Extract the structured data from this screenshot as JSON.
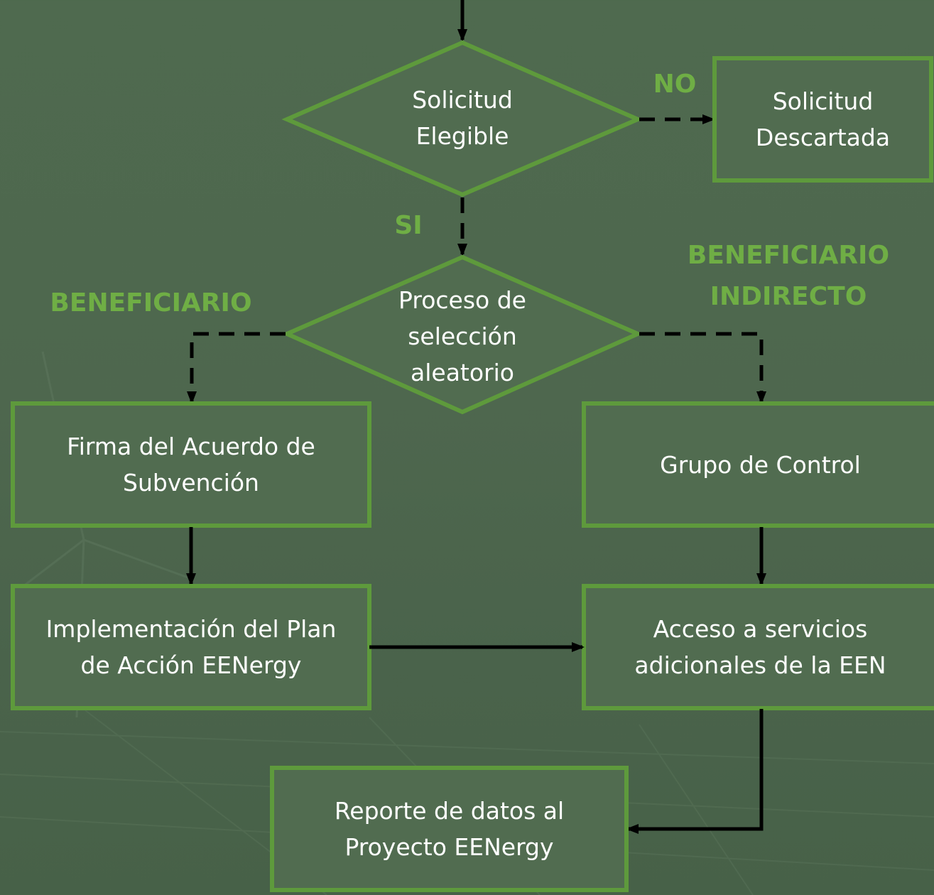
{
  "colors": {
    "node_border": "#5e9a3c",
    "label_green": "#6fae45",
    "arrow": "#000000",
    "text": "#ffffff"
  },
  "nodes": {
    "solicitud_elegible": "Solicitud\nElegible",
    "solicitud_descartada": "Solicitud\nDescartada",
    "proceso_seleccion": "Proceso de\nselección\naleatorio",
    "firma_acuerdo": "Firma del Acuerdo de\nSubvención",
    "grupo_control": "Grupo de Control",
    "implementacion_plan": "Implementación del Plan\nde Acción EENergy",
    "acceso_servicios": "Acceso a servicios\nadicionales de la EEN",
    "reporte_datos": "Reporte de datos al\nProyecto EENergy"
  },
  "edge_labels": {
    "no": "NO",
    "si": "SI",
    "beneficiario": "BENEFICIARIO",
    "beneficiario_indirecto": "BENEFICIARIO\nINDIRECTO"
  }
}
